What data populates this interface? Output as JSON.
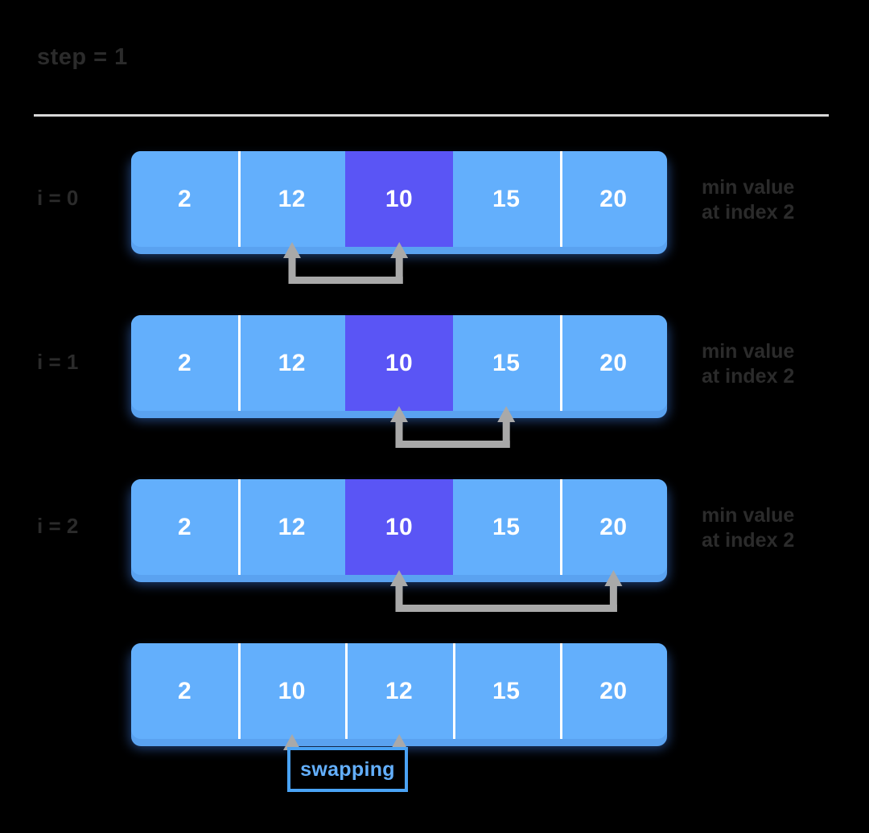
{
  "header": {
    "step_label": "step = 1"
  },
  "colors": {
    "background": "#000000",
    "cell": "#63AFFC",
    "cell_shadow": "#5AA2F0",
    "cell_highlight": "#5A55F5",
    "cell_text": "#ffffff",
    "label_text": "#2b2b2b",
    "divider": "#d8d8d8",
    "arrow": "#a9a9a9",
    "swap_border": "#4AA3F5",
    "swap_text": "#63AFFC"
  },
  "rows": [
    {
      "index_label": "i = 0",
      "values": [
        "2",
        "12",
        "10",
        "15",
        "20"
      ],
      "highlight_index": 2,
      "note": "min value\nat index 2",
      "bracket": {
        "from_cell": 1,
        "to_cell": 2
      }
    },
    {
      "index_label": "i = 1",
      "values": [
        "2",
        "12",
        "10",
        "15",
        "20"
      ],
      "highlight_index": 2,
      "note": "min value\nat index 2",
      "bracket": {
        "from_cell": 2,
        "to_cell": 3
      }
    },
    {
      "index_label": "i = 2",
      "values": [
        "2",
        "12",
        "10",
        "15",
        "20"
      ],
      "highlight_index": 2,
      "note": "min value\nat index 2",
      "bracket": {
        "from_cell": 2,
        "to_cell": 4
      }
    },
    {
      "index_label": "",
      "values": [
        "2",
        "10",
        "12",
        "15",
        "20"
      ],
      "highlight_index": -1,
      "note": "",
      "bracket": {
        "from_cell": 1,
        "to_cell": 2
      }
    }
  ],
  "swap": {
    "label": "swapping"
  }
}
